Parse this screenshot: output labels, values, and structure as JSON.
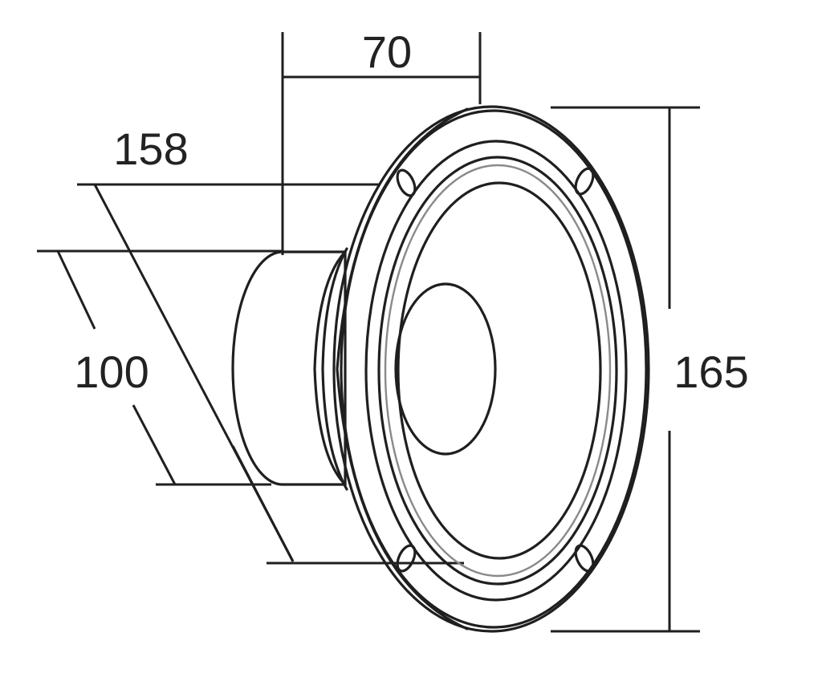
{
  "dimensions": {
    "depth": "70",
    "overall_depth": "158",
    "magnet_diameter": "100",
    "outer_diameter": "165"
  },
  "colors": {
    "line": "#1f1f1f",
    "accent_ring": "#8a8a8a",
    "background": "#ffffff"
  }
}
